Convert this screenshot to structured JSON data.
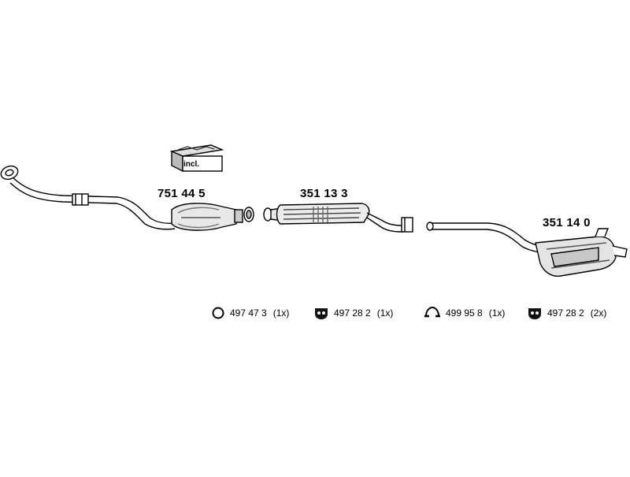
{
  "parts": [
    {
      "id": "front-pipe-catalyst",
      "number": "751 44 5"
    },
    {
      "id": "center-silencer",
      "number": "351 13 3"
    },
    {
      "id": "rear-silencer",
      "number": "351 14 0"
    }
  ],
  "kit": {
    "label": "incl."
  },
  "legend": [
    {
      "icon": "ring-icon",
      "number": "497 47 3",
      "qty": "(1x)"
    },
    {
      "icon": "rubber-mount-icon",
      "number": "497 28 2",
      "qty": "(1x)"
    },
    {
      "icon": "hanger-clamp-icon",
      "number": "499 95 8",
      "qty": "(1x)"
    },
    {
      "icon": "rubber-mount-icon",
      "number": "497 28 2",
      "qty": "(2x)"
    }
  ]
}
